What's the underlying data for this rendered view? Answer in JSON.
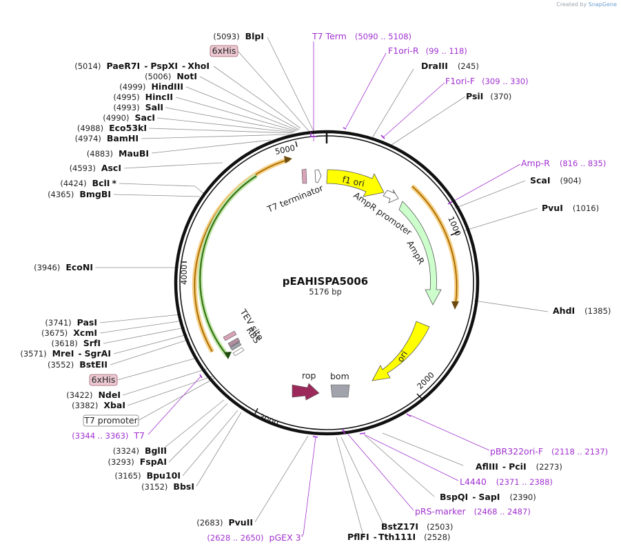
{
  "watermark": {
    "created_by": "Created by",
    "brand": "SnapGene"
  },
  "plasmid": {
    "name": "pEAHISPA5006",
    "size": "5176 bp"
  },
  "ticks": [
    "1000",
    "2000",
    "3000",
    "4000",
    "5000"
  ],
  "features": {
    "t7_terminator": "T7 terminator",
    "f1_ori": "f1 ori",
    "ampr_promoter": "AmpR promoter",
    "ampr": "AmpR",
    "ori": "ori",
    "rop": "rop",
    "bom": "bom",
    "tev_site": "TEV site",
    "rbs": "RBS"
  },
  "colors": {
    "f1_ori": "#ffff00",
    "ori": "#ffff00",
    "ampr": "#ccffcc",
    "rop": "#9b2a5a",
    "bom": "#a0a3ab",
    "orf_orange": "#e8a020",
    "orf_green": "#5aa02c",
    "primer": "#a030d0",
    "his_tag_fill": "#ecc8d2"
  },
  "labels": {
    "blpi": {
      "num": "(5093)",
      "name": "BlpI"
    },
    "his_top": "6xHis",
    "paer7i": {
      "num": "(5014)",
      "name": "PaeR7I",
      "name2": "PspXI",
      "name3": "XhoI"
    },
    "noti": {
      "num": "(5006)",
      "name": "NotI"
    },
    "hindiii": {
      "num": "(4999)",
      "name": "HindIII"
    },
    "hincii": {
      "num": "(4995)",
      "name": "HincII"
    },
    "sali": {
      "num": "(4993)",
      "name": "SalI"
    },
    "saci": {
      "num": "(4990)",
      "name": "SacI"
    },
    "eco53ki": {
      "num": "(4988)",
      "name": "Eco53kI"
    },
    "bamhi": {
      "num": "(4974)",
      "name": "BamHI"
    },
    "maubi": {
      "num": "(4883)",
      "name": "MauBI"
    },
    "asci": {
      "num": "(4593)",
      "name": "AscI"
    },
    "bcli": {
      "num": "(4424)",
      "name": "BclI",
      "mark": "*"
    },
    "bmgbi": {
      "num": "(4365)",
      "name": "BmgBI"
    },
    "ecoNI": {
      "num": "(3946)",
      "name": "EcoNI"
    },
    "pasi": {
      "num": "(3741)",
      "name": "PasI"
    },
    "xcmi": {
      "num": "(3675)",
      "name": "XcmI"
    },
    "srfi": {
      "num": "(3618)",
      "name": "SrfI"
    },
    "mrei": {
      "num": "(3571)",
      "name": "MreI",
      "name2": "SgrAI"
    },
    "bsteii": {
      "num": "(3552)",
      "name": "BstEII"
    },
    "his_bottom": "6xHis",
    "ndei": {
      "num": "(3422)",
      "name": "NdeI"
    },
    "xbai": {
      "num": "(3382)",
      "name": "XbaI"
    },
    "t7_promoter": "T7 promoter",
    "t7": {
      "name": "T7",
      "range": "(3344 .. 3363)"
    },
    "bglii": {
      "num": "(3324)",
      "name": "BglII"
    },
    "fspai": {
      "num": "(3293)",
      "name": "FspAI"
    },
    "bpu10i": {
      "num": "(3165)",
      "name": "Bpu10I"
    },
    "bbsi": {
      "num": "(3152)",
      "name": "BbsI"
    },
    "pvuii": {
      "num": "(2683)",
      "name": "PvuII"
    },
    "pgex3": {
      "name": "pGEX 3'",
      "range": "(2628 .. 2650)"
    },
    "t7_term": {
      "name": "T7 Term",
      "range": "(5090 .. 5108)"
    },
    "f1ori_r": {
      "name": "F1ori-R",
      "range": "(99 .. 118)"
    },
    "draiii": {
      "num": "(245)",
      "name": "DraIII"
    },
    "f1ori_f": {
      "name": "F1ori-F",
      "range": "(309 .. 330)"
    },
    "psii": {
      "num": "(370)",
      "name": "PsiI"
    },
    "amp_r": {
      "name": "Amp-R",
      "range": "(816 .. 835)"
    },
    "scai": {
      "num": "(904)",
      "name": "ScaI"
    },
    "pvui": {
      "num": "(1016)",
      "name": "PvuI"
    },
    "ahdi": {
      "num": "(1385)",
      "name": "AhdI"
    },
    "pbr322": {
      "name": "pBR322ori-F",
      "range": "(2118 .. 2137)"
    },
    "afliii": {
      "num": "(2273)",
      "name": "AflIII",
      "name2": "PciI"
    },
    "l4440": {
      "name": "L4440",
      "range": "(2371 .. 2388)"
    },
    "bspqi": {
      "num": "(2390)",
      "name": "BspQI",
      "name2": "SapI"
    },
    "prs": {
      "name": "pRS-marker",
      "range": "(2468 .. 2487)"
    },
    "bstz17i": {
      "num": "(2503)",
      "name": "BstZ17I"
    },
    "pflfi": {
      "num": "(2528)",
      "name": "PflFI",
      "name2": "Tth111I"
    }
  }
}
